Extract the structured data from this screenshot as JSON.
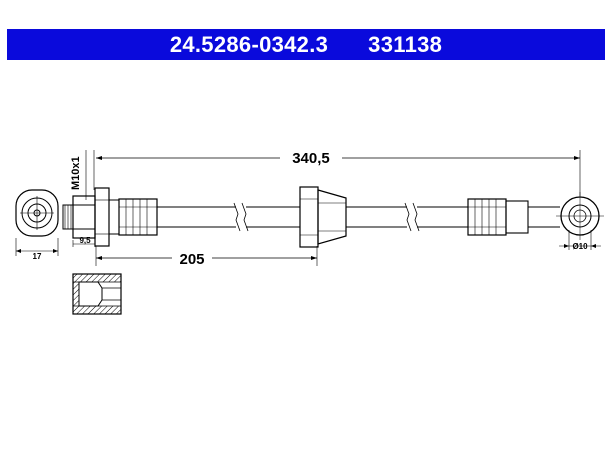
{
  "header": {
    "part_number": "24.5286-0342.3",
    "ref_number": "331138",
    "bg_color": "#0a0adc"
  },
  "dimensions": {
    "overall_length": "340,5",
    "partial_length": "205",
    "thread": "M10x1",
    "thread_length": "9,5",
    "end_width": "17",
    "eye_diameter": "Ø10"
  }
}
